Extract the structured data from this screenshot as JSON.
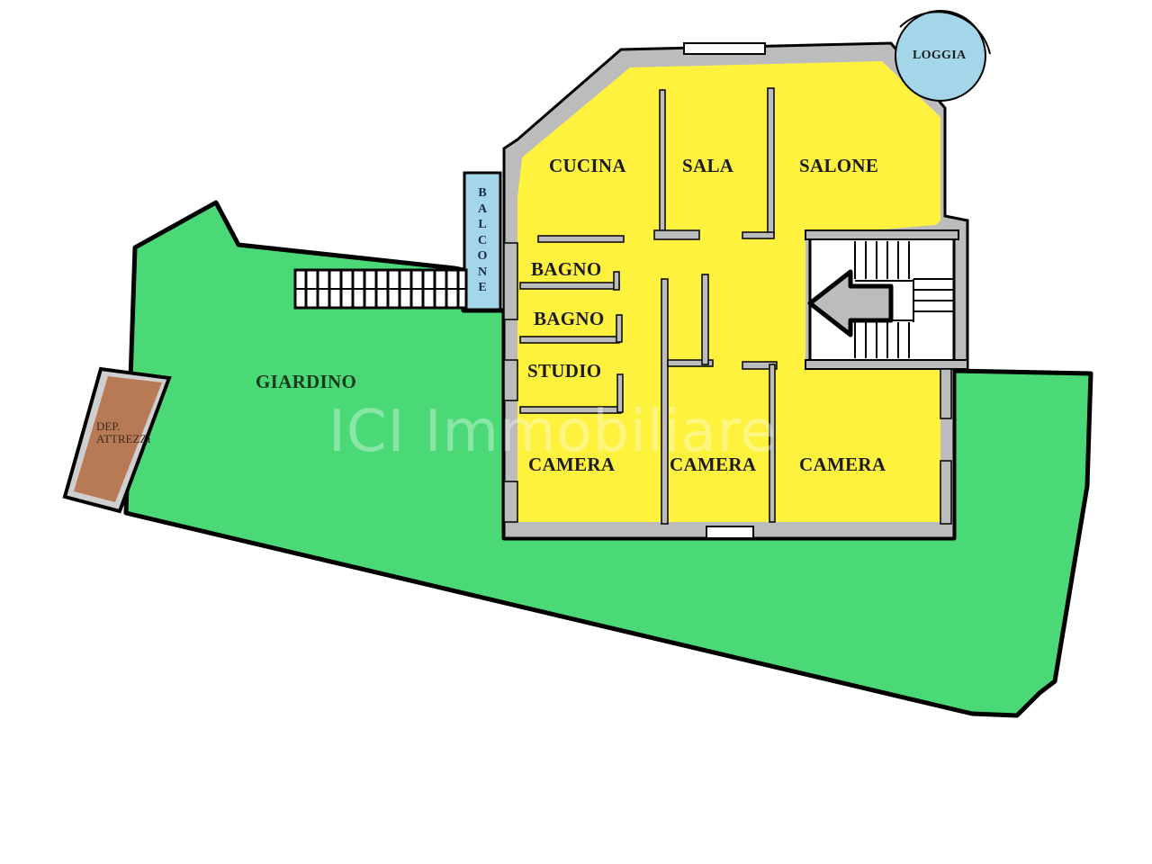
{
  "diagram": {
    "type": "floor-plan",
    "colors": {
      "interior": "#fff23f",
      "garden": "#4bd977",
      "loggia_balcony": "#a3d6e8",
      "storage": "#b87a55",
      "walls": "#bcbcbc",
      "outline": "#000000"
    },
    "rooms": {
      "cucina": "CUCINA",
      "sala": "SALA",
      "salone": "SALONE",
      "loggia": "LOGGIA",
      "balcone": "BALCONE",
      "bagno_1": "BAGNO",
      "bagno_2": "BAGNO",
      "studio": "STUDIO",
      "camera_1": "CAMERA",
      "camera_2": "CAMERA",
      "camera_3": "CAMERA",
      "giardino": "GIARDINO",
      "dep_line1": "DEP.",
      "dep_line2": "ATTREZZI"
    },
    "watermark": "ICI Immobiliare",
    "entrance_arrow": "left"
  }
}
